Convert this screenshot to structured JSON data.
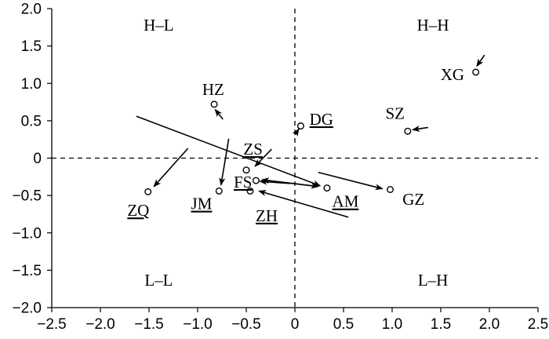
{
  "chart_data": {
    "type": "scatter",
    "title": "",
    "xlabel": "",
    "ylabel": "",
    "xlim": [
      -2.5,
      2.5
    ],
    "ylim": [
      -2.0,
      2.0
    ],
    "x_ticks": [
      -2.5,
      -2.0,
      -1.5,
      -1.0,
      -0.5,
      0,
      0.5,
      1.0,
      1.5,
      2.0,
      2.5
    ],
    "y_ticks": [
      -2.0,
      -1.5,
      -1.0,
      -0.5,
      0,
      0.5,
      1.0,
      1.5,
      2.0
    ],
    "x_tick_labels": [
      "−2.5",
      "−2.0",
      "−1.5",
      "−1.0",
      "−0.5",
      "0",
      "0.5",
      "1.0",
      "1.5",
      "2.0",
      "2.5"
    ],
    "y_tick_labels": [
      "−2.0",
      "−1.5",
      "−1.0",
      "−0.5",
      "0",
      "0.5",
      "1.0",
      "1.5",
      "2.0"
    ],
    "quadrant_labels": [
      {
        "text": "H–L",
        "x": -1.4,
        "y": 1.78
      },
      {
        "text": "H–H",
        "x": 1.42,
        "y": 1.78
      },
      {
        "text": "L–L",
        "x": -1.4,
        "y": -1.63
      },
      {
        "text": "L–H",
        "x": 1.42,
        "y": -1.63
      }
    ],
    "points": [
      {
        "name": "XG",
        "x": 1.86,
        "y": 1.15,
        "underline": false,
        "label_x": 1.62,
        "label_y": 1.12,
        "anchor": "middle"
      },
      {
        "name": "HZ",
        "x": -0.83,
        "y": 0.72,
        "underline": false,
        "label_x": -0.84,
        "label_y": 0.92,
        "anchor": "middle"
      },
      {
        "name": "SZ",
        "x": 1.16,
        "y": 0.36,
        "underline": false,
        "label_x": 1.03,
        "label_y": 0.6,
        "anchor": "middle"
      },
      {
        "name": "DG",
        "x": 0.06,
        "y": 0.43,
        "underline": true,
        "label_x": 0.15,
        "label_y": 0.52,
        "anchor": "start"
      },
      {
        "name": "ZS",
        "x": -0.5,
        "y": -0.16,
        "underline": true,
        "label_x": -0.43,
        "label_y": 0.12,
        "anchor": "middle"
      },
      {
        "name": "FS",
        "x": -0.4,
        "y": -0.3,
        "underline": true,
        "label_x": -0.44,
        "label_y": -0.32,
        "anchor": "end"
      },
      {
        "name": "ZH",
        "x": -0.46,
        "y": -0.44,
        "underline": true,
        "label_x": -0.29,
        "label_y": -0.77,
        "anchor": "middle"
      },
      {
        "name": "JM",
        "x": -0.78,
        "y": -0.44,
        "underline": true,
        "label_x": -0.96,
        "label_y": -0.61,
        "anchor": "middle"
      },
      {
        "name": "ZQ",
        "x": -1.51,
        "y": -0.45,
        "underline": true,
        "label_x": -1.61,
        "label_y": -0.7,
        "anchor": "middle"
      },
      {
        "name": "AM",
        "x": 0.33,
        "y": -0.4,
        "underline": true,
        "label_x": 0.52,
        "label_y": -0.58,
        "anchor": "middle"
      },
      {
        "name": "GZ",
        "x": 0.98,
        "y": -0.42,
        "underline": false,
        "label_x": 1.22,
        "label_y": -0.55,
        "anchor": "middle"
      }
    ],
    "arrows": [
      {
        "from": [
          1.95,
          1.38
        ],
        "to": [
          1.87,
          1.23
        ]
      },
      {
        "from": [
          1.37,
          0.41
        ],
        "to": [
          1.21,
          0.38
        ]
      },
      {
        "from": [
          -0.74,
          0.52
        ],
        "to": [
          -0.82,
          0.65
        ]
      },
      {
        "from": [
          0.0,
          0.31
        ],
        "to": [
          0.04,
          0.39
        ]
      },
      {
        "from": [
          -0.24,
          0.12
        ],
        "to": [
          -0.41,
          -0.11
        ]
      },
      {
        "from": [
          -1.1,
          0.13
        ],
        "to": [
          -1.45,
          -0.38
        ]
      },
      {
        "from": [
          -0.68,
          0.26
        ],
        "to": [
          -0.76,
          -0.36
        ]
      },
      {
        "from": [
          -0.05,
          -0.34
        ],
        "to": [
          -0.36,
          -0.31
        ]
      },
      {
        "from": [
          0.55,
          -0.79
        ],
        "to": [
          -0.37,
          -0.44
        ]
      },
      {
        "from": [
          0.24,
          -0.38
        ],
        "to": [
          -0.34,
          -0.29
        ]
      },
      {
        "from": [
          -0.34,
          -0.29
        ],
        "to": [
          0.24,
          -0.38
        ]
      },
      {
        "from": [
          0.24,
          -0.19
        ],
        "to": [
          0.9,
          -0.41
        ]
      },
      {
        "from": [
          -1.63,
          0.56
        ],
        "to": [
          0.26,
          -0.37
        ]
      }
    ]
  }
}
